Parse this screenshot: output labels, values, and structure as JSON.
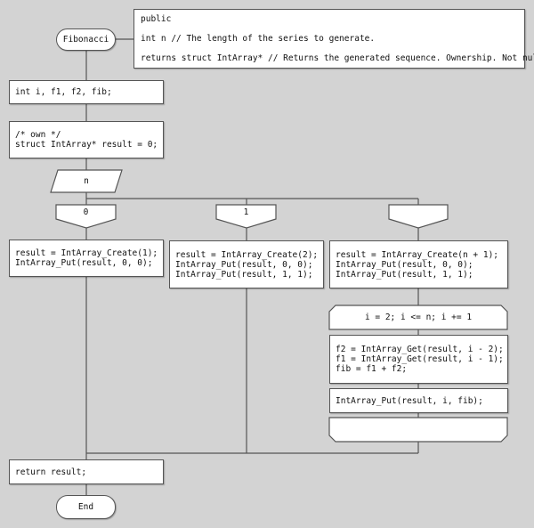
{
  "diagram": {
    "type": "Nassi-Shneiderman style flowchart",
    "start_terminal": "Fibonacci",
    "end_terminal": "End",
    "comment": {
      "lines": [
        "public",
        "int n // The length of the series to generate.",
        "returns struct IntArray* // Returns the generated sequence. Ownership. Not null."
      ]
    },
    "statements": {
      "declare_ints": "int i, f1, f2, fib;",
      "declare_result": "/* own */\nstruct IntArray* result = 0;",
      "switch_input": "n",
      "return_stmt": "return result;"
    },
    "cases": [
      {
        "label": "0",
        "body": "result = IntArray_Create(1);\nIntArray_Put(result, 0, 0);"
      },
      {
        "label": "1",
        "body": "result = IntArray_Create(2);\nIntArray_Put(result, 0, 0);\nIntArray_Put(result, 1, 1);"
      },
      {
        "label": "",
        "body": "result = IntArray_Create(n + 1);\nIntArray_Put(result, 0, 0);\nIntArray_Put(result, 1, 1);"
      }
    ],
    "loop": {
      "header": "i = 2; i <= n; i += 1",
      "body": [
        "f2 = IntArray_Get(result, i - 2);\nf1 = IntArray_Get(result, i - 1);\nfib = f1 + f2;",
        "IntArray_Put(result, i, fib);"
      ],
      "footer": ""
    },
    "colors": {
      "background": "#d3d3d3",
      "node_fill": "#ffffff",
      "stroke": "#555555"
    }
  }
}
